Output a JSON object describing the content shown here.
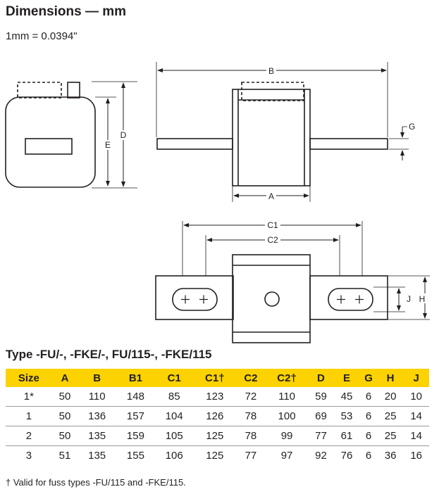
{
  "header": {
    "title": "Dimensions — mm",
    "conversion": "1mm = 0.0394\""
  },
  "diagram": {
    "labels": {
      "A": "A",
      "B": "B",
      "C1": "C1",
      "C2": "C2",
      "D": "D",
      "E": "E",
      "G": "G",
      "H": "H",
      "J": "J"
    }
  },
  "table": {
    "title": "Type -FU/-, -FKE/-, FU/115-, -FKE/115",
    "header_color": "#fcd200",
    "columns": [
      "Size",
      "A",
      "B",
      "B1",
      "C1",
      "C1†",
      "C2",
      "C2†",
      "D",
      "E",
      "G",
      "H",
      "J"
    ],
    "rows": [
      [
        "1*",
        "50",
        "110",
        "148",
        "85",
        "123",
        "72",
        "110",
        "59",
        "45",
        "6",
        "20",
        "10"
      ],
      [
        "1",
        "50",
        "136",
        "157",
        "104",
        "126",
        "78",
        "100",
        "69",
        "53",
        "6",
        "25",
        "14"
      ],
      [
        "2",
        "50",
        "135",
        "159",
        "105",
        "125",
        "78",
        "99",
        "77",
        "61",
        "6",
        "25",
        "14"
      ],
      [
        "3",
        "51",
        "135",
        "155",
        "106",
        "125",
        "77",
        "97",
        "92",
        "76",
        "6",
        "36",
        "16"
      ]
    ]
  },
  "footnote": "†  Valid for fuss types -FU/115 and -FKE/115."
}
